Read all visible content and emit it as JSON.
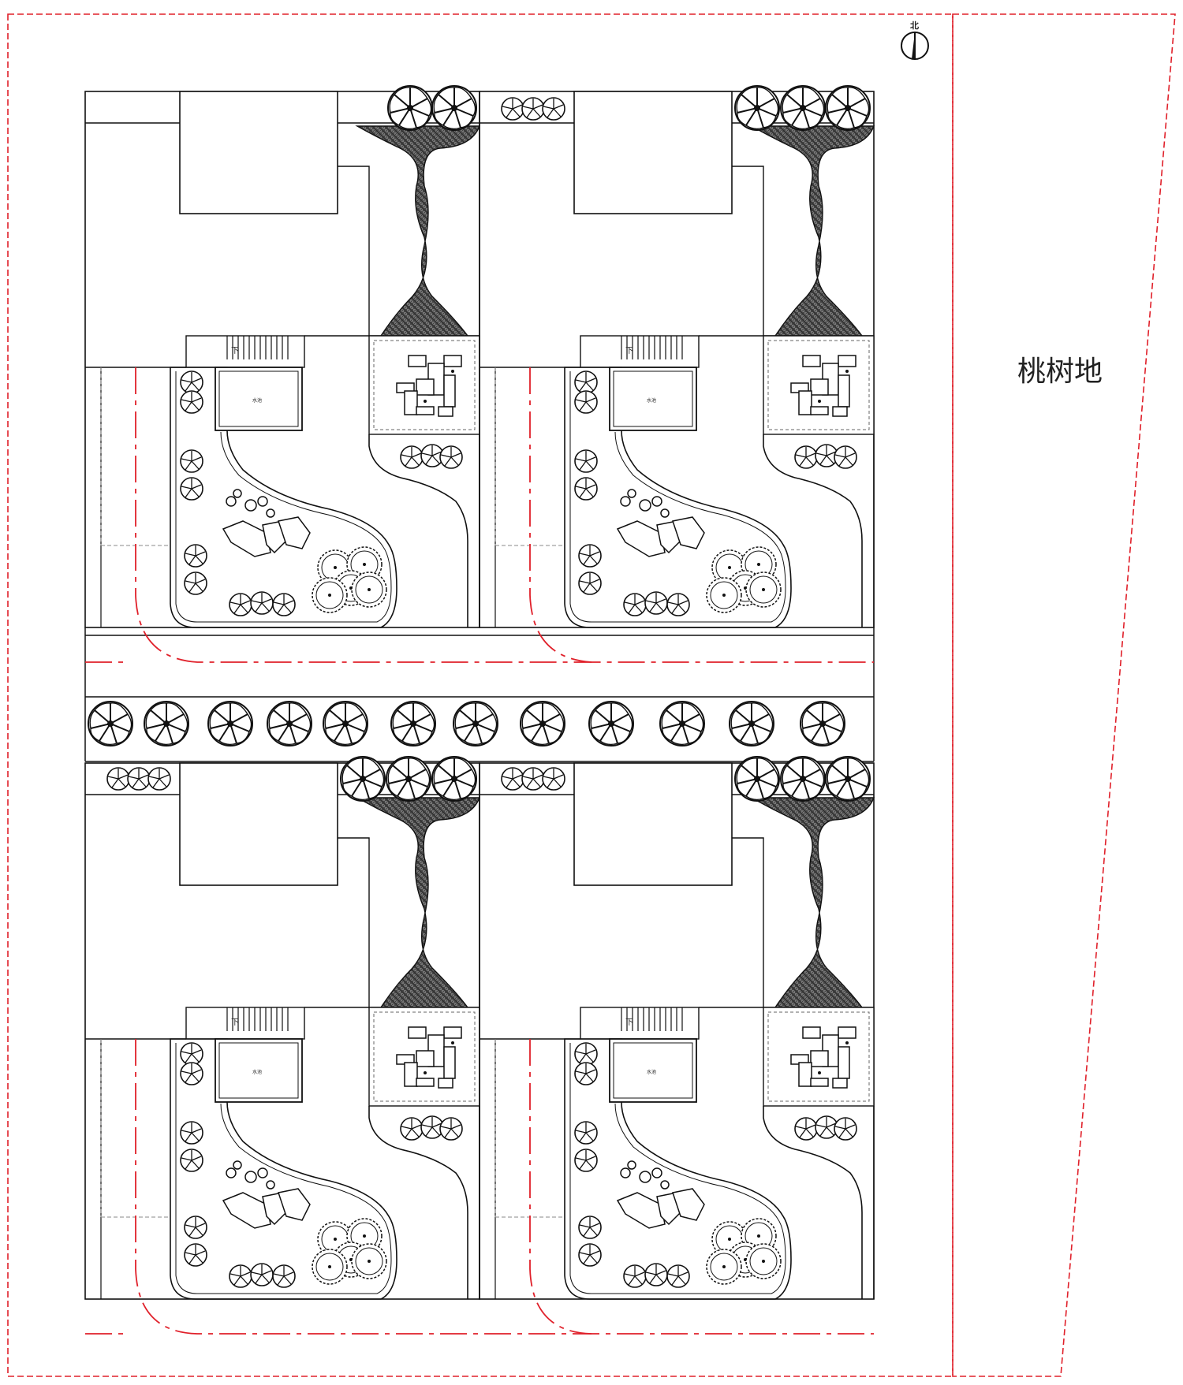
{
  "labels": {
    "peach_orchard": "桃树地",
    "north": "北",
    "stair_down": "下",
    "pool": "水池"
  },
  "colors": {
    "line": "#111111",
    "boundary": "#e0202a",
    "hatch": "#555555",
    "background": "#ffffff"
  },
  "lots": [
    {
      "id": "lot-top-left"
    },
    {
      "id": "lot-top-right"
    },
    {
      "id": "lot-bottom-left"
    },
    {
      "id": "lot-bottom-right"
    }
  ],
  "icons": [
    "north-arrow-icon",
    "tree-icon",
    "rock-icon",
    "shrub-icon"
  ]
}
